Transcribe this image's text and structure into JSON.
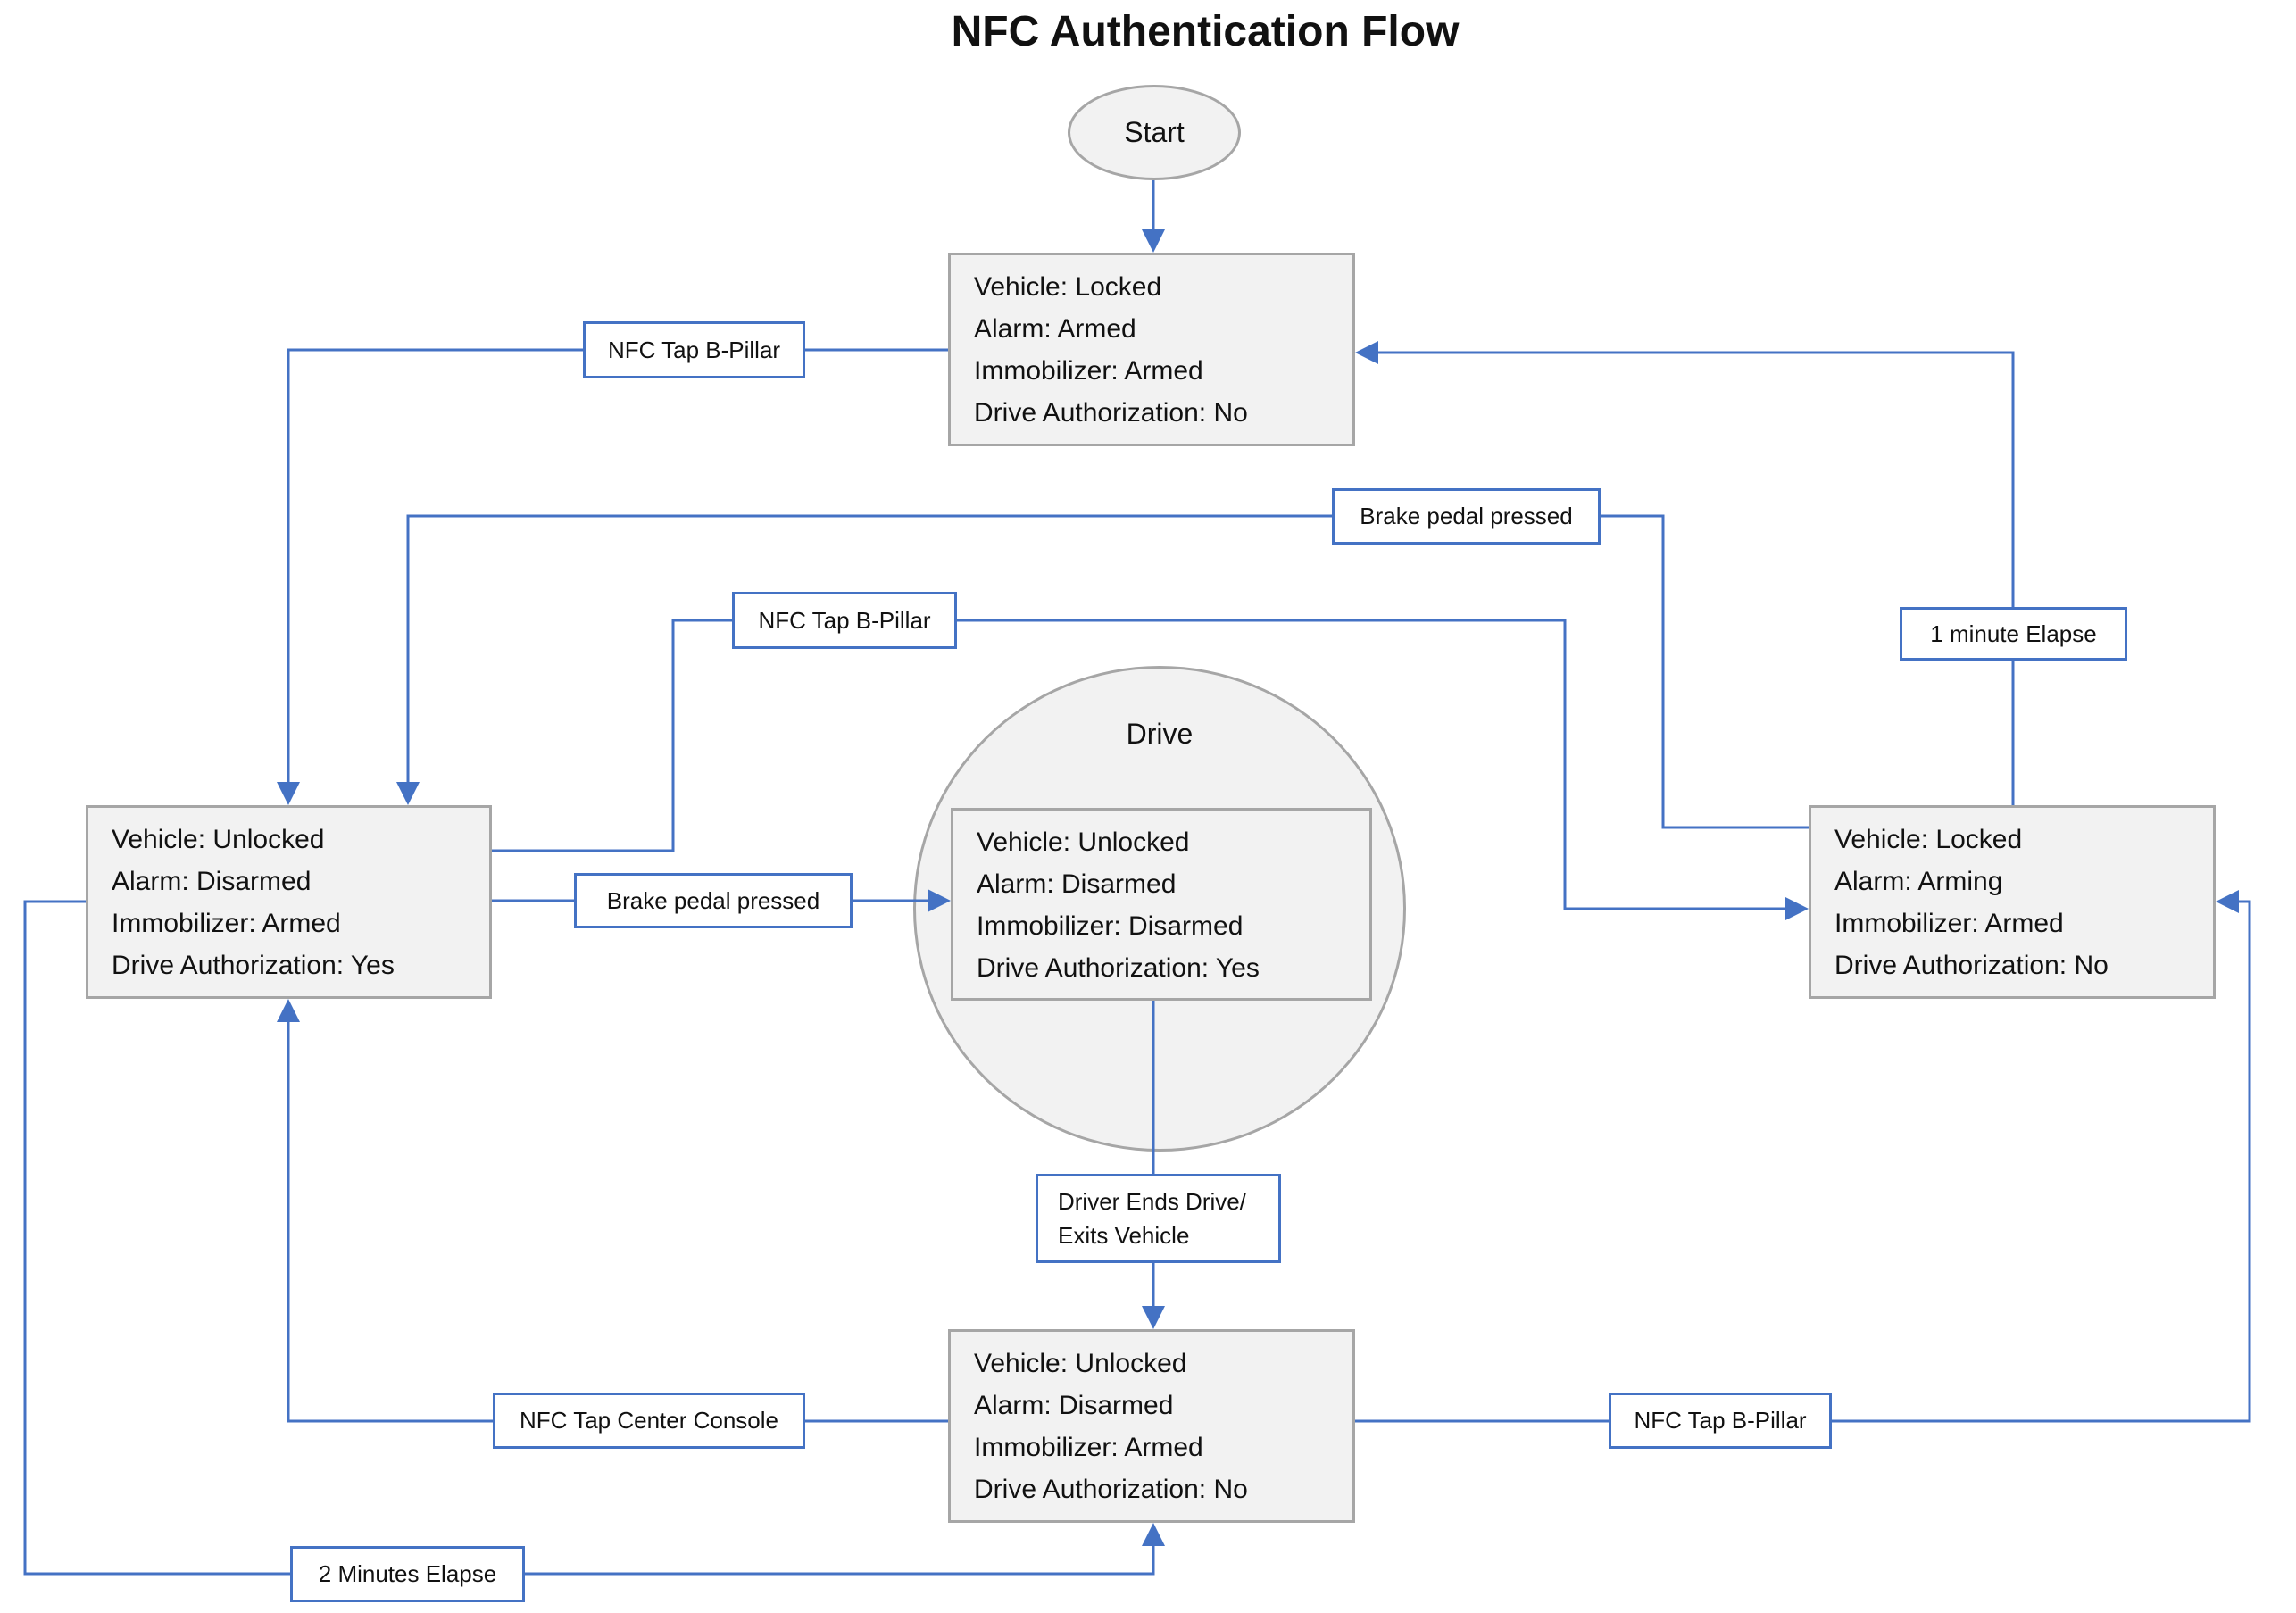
{
  "title": "NFC Authentication Flow",
  "nodes": {
    "start": {
      "label": "Start"
    },
    "locked_armed": {
      "lines": [
        "Vehicle: Locked",
        "Alarm: Armed",
        "Immobilizer: Armed",
        "Drive Authorization: No"
      ]
    },
    "unlocked_authorized": {
      "lines": [
        "Vehicle: Unlocked",
        "Alarm: Disarmed",
        "Immobilizer: Armed",
        "Drive Authorization: Yes"
      ]
    },
    "drive": {
      "label": "Drive",
      "lines": [
        "Vehicle: Unlocked",
        "Alarm: Disarmed",
        "Immobilizer: Disarmed",
        "Drive Authorization: Yes"
      ]
    },
    "locked_arming": {
      "lines": [
        "Vehicle: Locked",
        "Alarm: Arming",
        "Immobilizer: Armed",
        "Drive Authorization: No"
      ]
    },
    "unlocked_noauth": {
      "lines": [
        "Vehicle: Unlocked",
        "Alarm: Disarmed",
        "Immobilizer: Armed",
        "Drive Authorization: No"
      ]
    }
  },
  "edge_labels": {
    "nfc_tap_b_pillar_top": "NFC Tap B-Pillar",
    "brake_pedal_pressed_top": "Brake pedal pressed",
    "nfc_tap_b_pillar_mid": "NFC Tap B-Pillar",
    "one_minute_elapse": "1 minute Elapse",
    "brake_pedal_pressed_left": "Brake pedal pressed",
    "driver_ends_drive_line1": "Driver Ends Drive/",
    "driver_ends_drive_line2": "Exits Vehicle",
    "nfc_tap_center_console": "NFC Tap Center Console",
    "nfc_tap_b_pillar_bottom": "NFC Tap B-Pillar",
    "two_minutes_elapse": "2 Minutes Elapse"
  },
  "edges": [
    {
      "from": "Start",
      "to": "Locked / Armed state",
      "label": ""
    },
    {
      "from": "Locked / Armed state",
      "to": "Unlocked / Authorized state",
      "label": "NFC Tap B-Pillar"
    },
    {
      "from": "Unlocked / Authorized state",
      "to": "Drive",
      "label": "Brake pedal pressed"
    },
    {
      "from": "Drive",
      "to": "Unlocked / No Authorization state",
      "label": "Driver Ends Drive/ Exits Vehicle"
    },
    {
      "from": "Unlocked / No Authorization state",
      "to": "Unlocked / Authorized state",
      "label": "NFC Tap Center Console"
    },
    {
      "from": "Unlocked / No Authorization state",
      "to": "Locked / Arming state",
      "label": "NFC Tap B-Pillar"
    },
    {
      "from": "Unlocked / Authorized state",
      "to": "Locked / Arming state",
      "label": "NFC Tap B-Pillar"
    },
    {
      "from": "Locked / Arming state",
      "to": "Unlocked / Authorized state",
      "label": "Brake pedal pressed"
    },
    {
      "from": "Locked / Arming state",
      "to": "Locked / Armed state",
      "label": "1 minute Elapse"
    },
    {
      "from": "Unlocked / Authorized state",
      "to": "Unlocked / No Authorization state",
      "label": "2 Minutes Elapse"
    }
  ],
  "colors": {
    "connector": "#4472C4",
    "node_fill": "#F2F2F2",
    "node_border": "#A6A6A6",
    "label_border": "#4472C4",
    "text": "#111111"
  }
}
